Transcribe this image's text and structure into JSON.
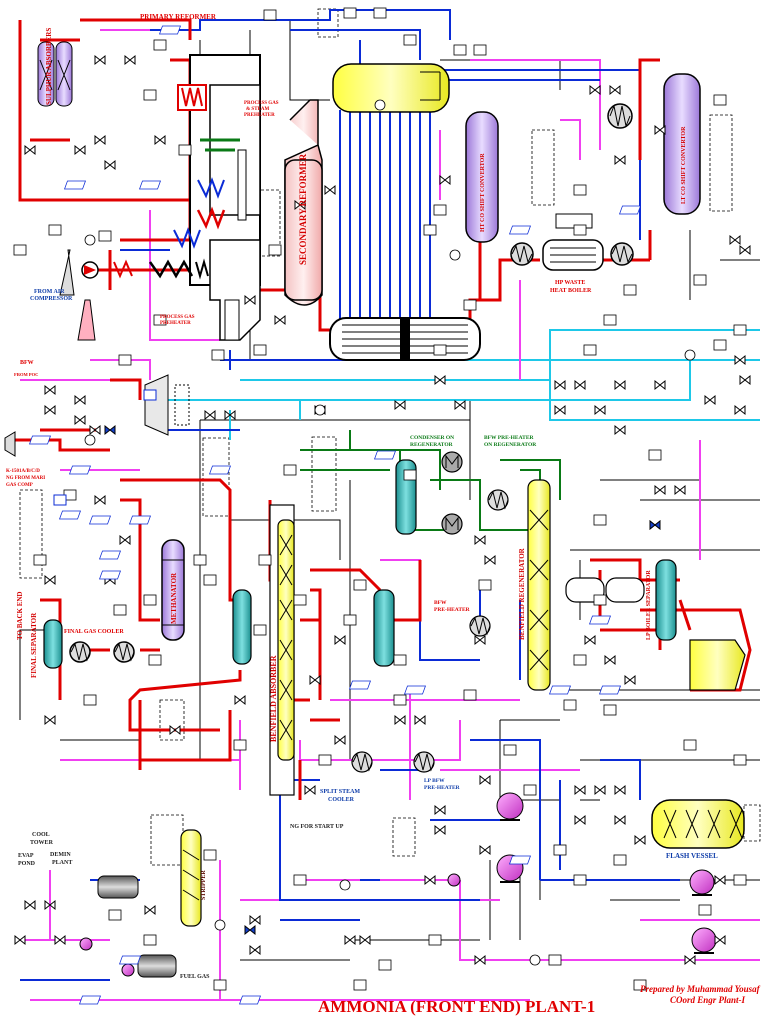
{
  "title": "AMMONIA (FRONT END) PLANT-1",
  "credit": {
    "line1": "Prepared by Muhammad Yousaf",
    "line2": "COord Engr Plant-I"
  },
  "labels": {
    "primary_reformer": "PRIMARY REFORMER",
    "sulphur_absorbers": "SULPHUR ABSORBERS",
    "from_air_compressor": [
      "FROM AIR",
      "COMPRESSOR"
    ],
    "process_gas_steam_preheater": [
      "PROCESS GAS",
      "& STEAM",
      "PREHEATER"
    ],
    "process_gas_preheater": [
      "PROCESS GAS",
      "PREHEATER"
    ],
    "secondary_reformer": "SECONDARY REFORMER",
    "ht_co_shift_convertor": "HT CO SHIFT CONVERTOR",
    "lt_co_shift_convertor": "LT CO SHIFT CONVERTOR",
    "hp_waste_heat_boiler": [
      "HP WASTE",
      "HEAT BOILER"
    ],
    "bfw": "BFW",
    "from_poc": "FROM POC",
    "ng_comp": [
      "K-1501A/B/C/D",
      "NG FROM MARI",
      "GAS COMP"
    ],
    "to_back_end": "TO BACK END",
    "final_separator": "FINAL SEPARATOR",
    "final_gas_cooler": "FINAL GAS COOLER",
    "methanator": "METHANATOR",
    "benfield_absorber": "BENFIELD ABSORBER",
    "benfield_regenerator": "BENFIELD REGENERATOR",
    "condenser_regenerator": [
      "CONDENSER ON",
      "REGENERATOR"
    ],
    "bfw_preheater_regenerator": [
      "BFW PRE-HEATER",
      "ON REGENERATOR"
    ],
    "bfw_preheater": [
      "BFW",
      "PRE-HEATER"
    ],
    "lp_boiler_separator": "LP BOILER SEPARATOR",
    "split_steam_cooler": [
      "SPLIT STEAM",
      "COOLER"
    ],
    "lp_bfw_preheater": [
      "LP BFW",
      "PRE-HEATER"
    ],
    "ng_for_start_up": "NG FOR START UP",
    "flash_vessel": "FLASH VESSEL",
    "cool_tower": [
      "COOL",
      "TOWER"
    ],
    "evap_pond": [
      "EVAP",
      "POND"
    ],
    "demin_plant": [
      "DEMIN",
      "PLANT"
    ],
    "stripper": "STRIPPER",
    "fuel_gas": "FUEL GAS"
  },
  "colors": {
    "process_gas": "#e00000",
    "steam": "#0b2bd6",
    "water": "#1ec8e8",
    "condensate": "#f040f0",
    "solution": "#0a7a16",
    "utility": "#000000",
    "vessel_yellow": "#ffff70",
    "vessel_cyan": "#36b8b8",
    "vessel_purple": "#c7a8f0",
    "pump_magenta": "#e070e8"
  }
}
